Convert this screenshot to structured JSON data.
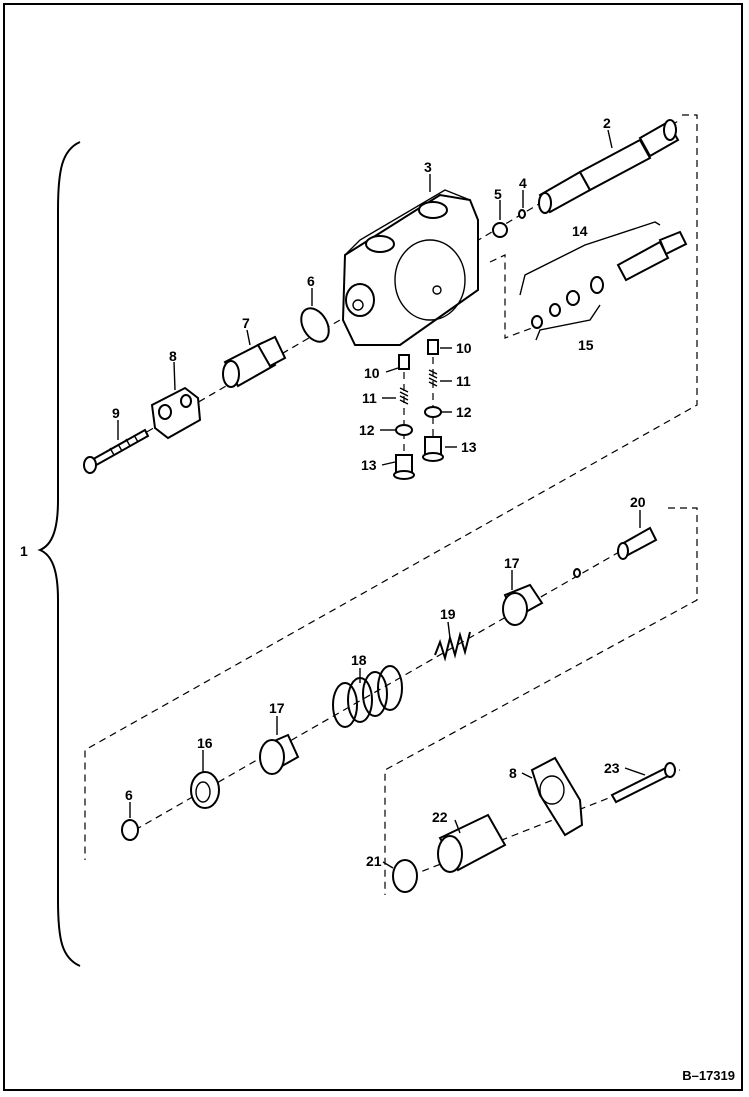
{
  "diagram": {
    "reference": "B–17319",
    "callouts": {
      "c1": "1",
      "c2": "2",
      "c3": "3",
      "c4": "4",
      "c5": "5",
      "c6a": "6",
      "c6b": "6",
      "c7": "7",
      "c8a": "8",
      "c8b": "8",
      "c9": "9",
      "c10a": "10",
      "c10b": "10",
      "c11a": "11",
      "c11b": "11",
      "c12a": "12",
      "c12b": "12",
      "c13a": "13",
      "c13b": "13",
      "c14": "14",
      "c15": "15",
      "c16": "16",
      "c17a": "17",
      "c17b": "17",
      "c18": "18",
      "c19": "19",
      "c20": "20",
      "c21": "21",
      "c22": "22",
      "c23": "23"
    }
  }
}
